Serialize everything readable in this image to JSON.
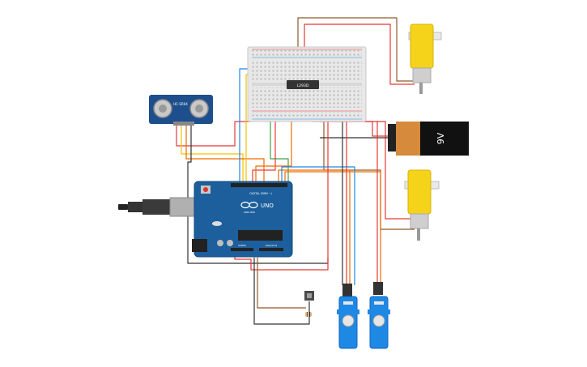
{
  "components": {
    "sensor": {
      "label": "HC-SR04"
    },
    "chip": {
      "label": "L293D"
    },
    "battery": {
      "label": "9V"
    },
    "arduino": {
      "brand": "ARDUINO",
      "model": "UNO",
      "digital_header": "DIGITAL (PWM ~)",
      "analog_header": "ANALOG IN",
      "power_header": "POWER"
    }
  },
  "colors": {
    "wire_red": "#e53935",
    "wire_black": "#333333",
    "wire_brown": "#8d5a2b",
    "wire_yellow": "#f2c200",
    "wire_green": "#43a047",
    "wire_blue": "#1e88e5",
    "wire_orange": "#ef6c00",
    "board_blue": "#1c5f9c",
    "motor_yellow": "#f6d31b",
    "battery_orange": "#d58a3c"
  }
}
